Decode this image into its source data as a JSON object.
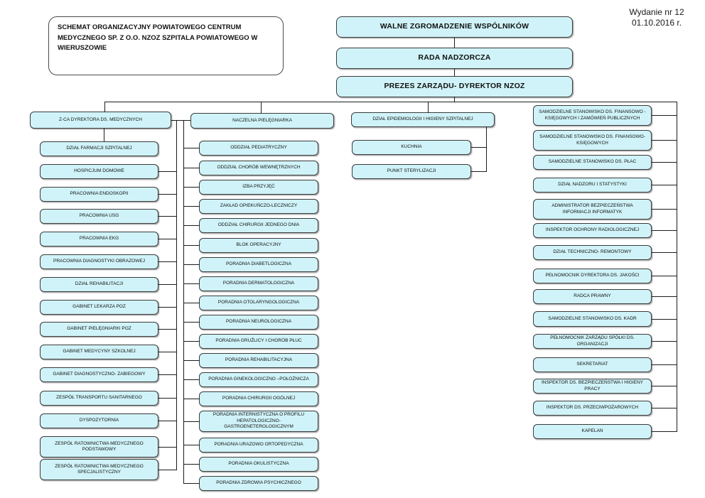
{
  "edition": {
    "line1": "Wydanie nr 12",
    "line2": "01.10.2016 r."
  },
  "title": "SCHEMAT ORGANIZACYJNY POWIATOWEGO CENTRUM MEDYCZNEGO SP. Z O.O. NZOZ SZPITALA POWIATOWEGO W WIERUSZOWIE",
  "governance": [
    "WALNE ZGROMADZENIE WSPÓLNIKÓW",
    "RADA NADZORCZA",
    "PREZES ZARZĄDU- DYREKTOR NZOZ"
  ],
  "columns": [
    {
      "head": "Z-CA DYREKTORA DS. MEDYCZNYCH",
      "items": [
        "DZIAŁ FARMACJI SZPITALNEJ",
        "HOSPICJUM DOMOWE",
        "PRACOWNIA ENDOSKOPII",
        "PRACOWNIA USG",
        "PRACOWNIA EKG",
        "PRACOWNIA DIAGNOSTYKI OBRAZOWEJ",
        "DZIAŁ REHABILITACJI",
        "GABINET LEKARZA POZ",
        "GABINET PIELĘGNIARKI POZ",
        "GABINET MEDYCYNY SZKOLNEJ",
        "GABINET DIAGNOSTYCZNO- ZABIEGOWY",
        "ZESPÓŁ TRANSPORTU SANITARNEGO",
        "DYSPOZYTORNIA",
        "ZESPÓŁ RATOWNICTWA MEDYCZNEGO PODSTAWOWY",
        "ZESPÓŁ RATOWNICTWA MEDYCZNEGO SPECJALISTYCZNY"
      ]
    },
    {
      "head": "NACZELNA PIELĘGNIARKA",
      "items": [
        "ODDZIAŁ PEDIATRYCZNY",
        "ODDZIAŁ CHORÓB WEWNĘTRZNYCH",
        "IZBA PRZYJĘĆ",
        "ZAKŁAD OPIEKUŃCZO-LECZNICZY",
        "ODDZIAŁ CHIRURGII JEDNEGO DNIA",
        "BLOK OPERACYJNY",
        "PORADNIA DIABETLOGICZNA",
        "PORADNIA DERMATOLOGICZNA",
        "PORADNIA OTOLARYNGOLOGICZNA",
        "PORADNIA NEUROLOGICZNA",
        "PORADNIA GRUŹLICY I CHORÓB PŁUC",
        "PORADNIA REHABILITACYJNA",
        "PORADNIA GINEKOLOGICZNO –POŁOŻNICZA",
        "PORADNIA CHIRURGII OGÓLNEJ",
        "PORADNIA INTERNISTYCZNA O PROFILU HEPATOLOGICZNO-GASTROENETEROLOGICZNYM",
        "PORADNIA URAZOWO ORTOPEDYCZNA",
        "PORADNIA OKULISTYCZNA",
        "PORADNIA ZDROWIA PSYCHICZNEGO"
      ]
    },
    {
      "head": "DZIAŁ EPIDEMIOLOGII I HIGIENY SZPITALNEJ",
      "items": [
        "KUCHNIA",
        "PUNKT STERYLIZACJI"
      ]
    },
    {
      "head": "",
      "items": [
        "SAMODZIELNE STANOWISKO DS. FINANSOWO - KSIĘGOWYCH I ZAMÓWIEŃ PUBLICZNYCH",
        "SAMODZIELNE STANOWISKO DS. FINANSOWO-KSIĘGOWYCH",
        "SAMODZIELNE STANOWISKO DS. PŁAC",
        "DZIAŁ NADZORU I STATYSTYKI",
        "ADMINISTRATOR BEZPIECZEŃSTWA INFORMACJI INFORMATYK",
        "INSPEKTOR OCHRONY RADIOLOGICZNEJ",
        "DZIAŁ TECHNICZNO- REMONTOWY",
        "PEŁNOMOCNIK DYREKTORA DS. JAKOŚCI",
        "RADCA PRAWNY",
        "SAMODZIELNE STANOWISKO DS. KADR",
        "PEŁNOMOCNIK ZARZĄDU SPÓŁKI DS. ORGANIZACJI",
        "SEKRETARIAT",
        "INSPEKTOR DS. BEZPIECZEŃSTWA I HIGIENY PRACY",
        "INSPEKTOR DS. PRZECIWPOŻAROWYCH",
        "KAPELAN"
      ]
    }
  ],
  "colors": {
    "box_fill": "#cff3f8",
    "box_border": "#3a3a3a",
    "line": "#1c1c1c"
  }
}
